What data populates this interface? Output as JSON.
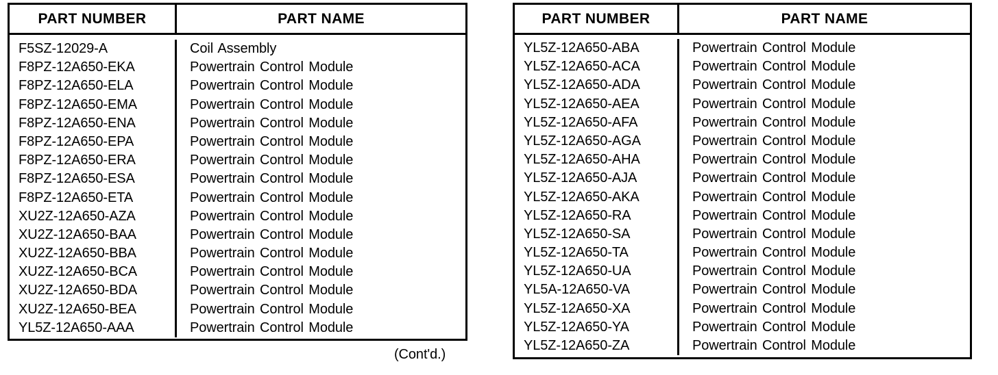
{
  "document": {
    "title": "Part Number / Part Name Reference",
    "background_color": "#ffffff",
    "text_color": "#000000"
  },
  "tables": [
    {
      "id": "left",
      "columns": {
        "part_number_header": "PART NUMBER",
        "part_name_header": "PART NAME"
      },
      "rows": [
        {
          "part_number": "F5SZ-12029-A",
          "part_name": "Coil Assembly"
        },
        {
          "part_number": "F8PZ-12A650-EKA",
          "part_name": "Powertrain Control Module"
        },
        {
          "part_number": "F8PZ-12A650-ELA",
          "part_name": "Powertrain Control Module"
        },
        {
          "part_number": "F8PZ-12A650-EMA",
          "part_name": "Powertrain Control Module"
        },
        {
          "part_number": "F8PZ-12A650-ENA",
          "part_name": "Powertrain Control Module"
        },
        {
          "part_number": "F8PZ-12A650-EPA",
          "part_name": "Powertrain Control Module"
        },
        {
          "part_number": "F8PZ-12A650-ERA",
          "part_name": "Powertrain Control Module"
        },
        {
          "part_number": "F8PZ-12A650-ESA",
          "part_name": "Powertrain Control Module"
        },
        {
          "part_number": "F8PZ-12A650-ETA",
          "part_name": "Powertrain Control Module"
        },
        {
          "part_number": "XU2Z-12A650-AZA",
          "part_name": "Powertrain Control Module"
        },
        {
          "part_number": "XU2Z-12A650-BAA",
          "part_name": "Powertrain Control Module"
        },
        {
          "part_number": "XU2Z-12A650-BBA",
          "part_name": "Powertrain Control Module"
        },
        {
          "part_number": "XU2Z-12A650-BCA",
          "part_name": "Powertrain Control Module"
        },
        {
          "part_number": "XU2Z-12A650-BDA",
          "part_name": "Powertrain Control Module"
        },
        {
          "part_number": "XU2Z-12A650-BEA",
          "part_name": "Powertrain Control Module"
        },
        {
          "part_number": "YL5Z-12A650-AAA",
          "part_name": "Powertrain Control Module"
        }
      ]
    },
    {
      "id": "right",
      "columns": {
        "part_number_header": "PART NUMBER",
        "part_name_header": "PART NAME"
      },
      "rows": [
        {
          "part_number": "YL5Z-12A650-ABA",
          "part_name": "Powertrain Control Module"
        },
        {
          "part_number": "YL5Z-12A650-ACA",
          "part_name": "Powertrain Control Module"
        },
        {
          "part_number": "YL5Z-12A650-ADA",
          "part_name": "Powertrain Control Module"
        },
        {
          "part_number": "YL5Z-12A650-AEA",
          "part_name": "Powertrain Control Module"
        },
        {
          "part_number": "YL5Z-12A650-AFA",
          "part_name": "Powertrain Control Module"
        },
        {
          "part_number": "YL5Z-12A650-AGA",
          "part_name": "Powertrain Control Module"
        },
        {
          "part_number": "YL5Z-12A650-AHA",
          "part_name": "Powertrain Control Module"
        },
        {
          "part_number": "YL5Z-12A650-AJA",
          "part_name": "Powertrain Control Module"
        },
        {
          "part_number": "YL5Z-12A650-AKA",
          "part_name": "Powertrain Control Module"
        },
        {
          "part_number": "YL5Z-12A650-RA",
          "part_name": "Powertrain Control Module"
        },
        {
          "part_number": "YL5Z-12A650-SA",
          "part_name": "Powertrain Control Module"
        },
        {
          "part_number": "YL5Z-12A650-TA",
          "part_name": "Powertrain Control Module"
        },
        {
          "part_number": "YL5Z-12A650-UA",
          "part_name": "Powertrain Control Module"
        },
        {
          "part_number": "YL5A-12A650-VA",
          "part_name": "Powertrain Control Module"
        },
        {
          "part_number": "YL5Z-12A650-XA",
          "part_name": "Powertrain Control Module"
        },
        {
          "part_number": "YL5Z-12A650-YA",
          "part_name": "Powertrain Control Module"
        },
        {
          "part_number": "YL5Z-12A650-ZA",
          "part_name": "Powertrain Control Module"
        }
      ]
    }
  ],
  "notes": {
    "continued": "(Cont'd.)"
  }
}
